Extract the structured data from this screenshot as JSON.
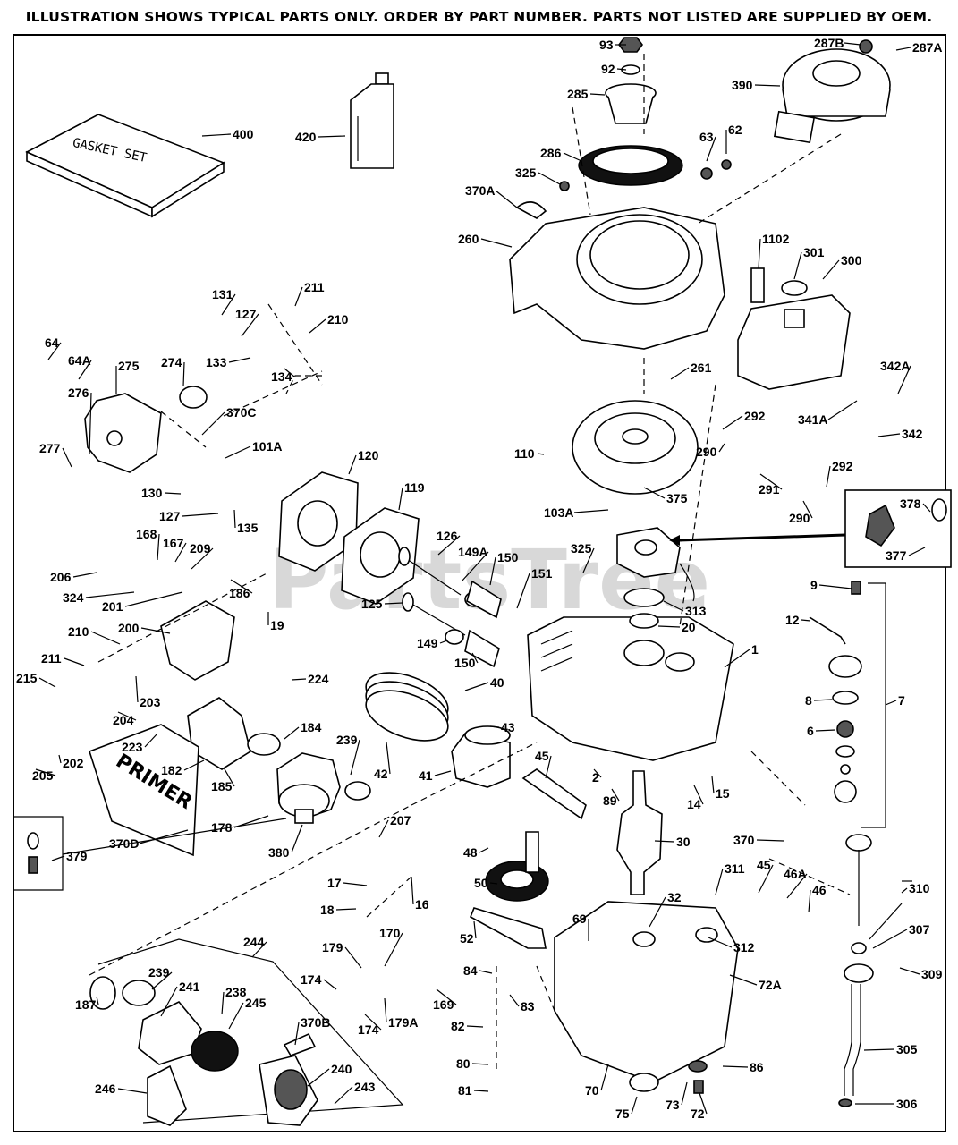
{
  "header": {
    "note": "ILLUSTRATION SHOWS TYPICAL PARTS ONLY. ORDER BY PART NUMBER. PARTS NOT LISTED ARE SUPPLIED BY OEM."
  },
  "watermark": "PartsTree",
  "box_texts": {
    "gasket_set": "GASKET SET",
    "primer": "PRIMER"
  },
  "callouts": [
    {
      "id": "93",
      "text": "93"
    },
    {
      "id": "92",
      "text": "92"
    },
    {
      "id": "285",
      "text": "285"
    },
    {
      "id": "286",
      "text": "286"
    },
    {
      "id": "287B",
      "text": "287B"
    },
    {
      "id": "287A",
      "text": "287A"
    },
    {
      "id": "390",
      "text": "390"
    },
    {
      "id": "400",
      "text": "400"
    },
    {
      "id": "420",
      "text": "420"
    },
    {
      "id": "63",
      "text": "63"
    },
    {
      "id": "62",
      "text": "62"
    },
    {
      "id": "325a",
      "text": "325"
    },
    {
      "id": "370A",
      "text": "370A"
    },
    {
      "id": "260",
      "text": "260"
    },
    {
      "id": "1102",
      "text": "1102"
    },
    {
      "id": "301",
      "text": "301"
    },
    {
      "id": "300",
      "text": "300"
    },
    {
      "id": "131",
      "text": "131"
    },
    {
      "id": "211a",
      "text": "211"
    },
    {
      "id": "127a",
      "text": "127"
    },
    {
      "id": "210a",
      "text": "210"
    },
    {
      "id": "64",
      "text": "64"
    },
    {
      "id": "64A",
      "text": "64A"
    },
    {
      "id": "275",
      "text": "275"
    },
    {
      "id": "274",
      "text": "274"
    },
    {
      "id": "133",
      "text": "133"
    },
    {
      "id": "134",
      "text": "134"
    },
    {
      "id": "261",
      "text": "261"
    },
    {
      "id": "342A",
      "text": "342A"
    },
    {
      "id": "276",
      "text": "276"
    },
    {
      "id": "370C",
      "text": "370C"
    },
    {
      "id": "292a",
      "text": "292"
    },
    {
      "id": "341A",
      "text": "341A"
    },
    {
      "id": "342",
      "text": "342"
    },
    {
      "id": "101A",
      "text": "101A"
    },
    {
      "id": "277",
      "text": "277"
    },
    {
      "id": "120",
      "text": "120"
    },
    {
      "id": "110",
      "text": "110"
    },
    {
      "id": "290a",
      "text": "290"
    },
    {
      "id": "292b",
      "text": "292"
    },
    {
      "id": "119",
      "text": "119"
    },
    {
      "id": "130",
      "text": "130"
    },
    {
      "id": "291",
      "text": "291"
    },
    {
      "id": "375",
      "text": "375"
    },
    {
      "id": "103A",
      "text": "103A"
    },
    {
      "id": "290b",
      "text": "290"
    },
    {
      "id": "378",
      "text": "378"
    },
    {
      "id": "127b",
      "text": "127"
    },
    {
      "id": "135",
      "text": "135"
    },
    {
      "id": "168",
      "text": "168"
    },
    {
      "id": "167",
      "text": "167"
    },
    {
      "id": "209",
      "text": "209"
    },
    {
      "id": "126",
      "text": "126"
    },
    {
      "id": "149A",
      "text": "149A"
    },
    {
      "id": "150a",
      "text": "150"
    },
    {
      "id": "325b",
      "text": "325"
    },
    {
      "id": "377",
      "text": "377"
    },
    {
      "id": "206",
      "text": "206"
    },
    {
      "id": "151",
      "text": "151"
    },
    {
      "id": "9",
      "text": "9"
    },
    {
      "id": "186",
      "text": "186"
    },
    {
      "id": "324",
      "text": "324"
    },
    {
      "id": "201",
      "text": "201"
    },
    {
      "id": "125",
      "text": "125"
    },
    {
      "id": "313",
      "text": "313"
    },
    {
      "id": "12",
      "text": "12"
    },
    {
      "id": "19",
      "text": "19"
    },
    {
      "id": "20",
      "text": "20"
    },
    {
      "id": "200",
      "text": "200"
    },
    {
      "id": "1",
      "text": "1"
    },
    {
      "id": "210b",
      "text": "210"
    },
    {
      "id": "149",
      "text": "149"
    },
    {
      "id": "211b",
      "text": "211"
    },
    {
      "id": "150b",
      "text": "150"
    },
    {
      "id": "215",
      "text": "215"
    },
    {
      "id": "203",
      "text": "203"
    },
    {
      "id": "224",
      "text": "224"
    },
    {
      "id": "8",
      "text": "8"
    },
    {
      "id": "7",
      "text": "7"
    },
    {
      "id": "40",
      "text": "40"
    },
    {
      "id": "204",
      "text": "204"
    },
    {
      "id": "43",
      "text": "43"
    },
    {
      "id": "6",
      "text": "6"
    },
    {
      "id": "184",
      "text": "184"
    },
    {
      "id": "223",
      "text": "223"
    },
    {
      "id": "239a",
      "text": "239"
    },
    {
      "id": "45a",
      "text": "45"
    },
    {
      "id": "205",
      "text": "205"
    },
    {
      "id": "202",
      "text": "202"
    },
    {
      "id": "182",
      "text": "182"
    },
    {
      "id": "42",
      "text": "42"
    },
    {
      "id": "41",
      "text": "41"
    },
    {
      "id": "2",
      "text": "2"
    },
    {
      "id": "15",
      "text": "15"
    },
    {
      "id": "89",
      "text": "89"
    },
    {
      "id": "185",
      "text": "185"
    },
    {
      "id": "14",
      "text": "14"
    },
    {
      "id": "178",
      "text": "178"
    },
    {
      "id": "370D",
      "text": "370D"
    },
    {
      "id": "207",
      "text": "207"
    },
    {
      "id": "30",
      "text": "30"
    },
    {
      "id": "370",
      "text": "370"
    },
    {
      "id": "380",
      "text": "380"
    },
    {
      "id": "379",
      "text": "379"
    },
    {
      "id": "48",
      "text": "48"
    },
    {
      "id": "17",
      "text": "17"
    },
    {
      "id": "311",
      "text": "311"
    },
    {
      "id": "45b",
      "text": "45"
    },
    {
      "id": "46A",
      "text": "46A"
    },
    {
      "id": "310",
      "text": "310"
    },
    {
      "id": "16",
      "text": "16"
    },
    {
      "id": "50",
      "text": "50"
    },
    {
      "id": "46",
      "text": "46"
    },
    {
      "id": "18",
      "text": "18"
    },
    {
      "id": "32",
      "text": "32"
    },
    {
      "id": "69",
      "text": "69"
    },
    {
      "id": "52",
      "text": "52"
    },
    {
      "id": "312",
      "text": "312"
    },
    {
      "id": "244",
      "text": "244"
    },
    {
      "id": "307",
      "text": "307"
    },
    {
      "id": "179",
      "text": "179"
    },
    {
      "id": "170",
      "text": "170"
    },
    {
      "id": "84",
      "text": "84"
    },
    {
      "id": "239b",
      "text": "239"
    },
    {
      "id": "241",
      "text": "241"
    },
    {
      "id": "174a",
      "text": "174"
    },
    {
      "id": "72A",
      "text": "72A"
    },
    {
      "id": "309",
      "text": "309"
    },
    {
      "id": "238",
      "text": "238"
    },
    {
      "id": "187",
      "text": "187"
    },
    {
      "id": "169",
      "text": "169"
    },
    {
      "id": "83",
      "text": "83"
    },
    {
      "id": "174b",
      "text": "174"
    },
    {
      "id": "179A",
      "text": "179A"
    },
    {
      "id": "245",
      "text": "245"
    },
    {
      "id": "370B",
      "text": "370B"
    },
    {
      "id": "82",
      "text": "82"
    },
    {
      "id": "305",
      "text": "305"
    },
    {
      "id": "80",
      "text": "80"
    },
    {
      "id": "86",
      "text": "86"
    },
    {
      "id": "240",
      "text": "240"
    },
    {
      "id": "246",
      "text": "246"
    },
    {
      "id": "243",
      "text": "243"
    },
    {
      "id": "81",
      "text": "81"
    },
    {
      "id": "70",
      "text": "70"
    },
    {
      "id": "75",
      "text": "75"
    },
    {
      "id": "73",
      "text": "73"
    },
    {
      "id": "72",
      "text": "72"
    },
    {
      "id": "306",
      "text": "306"
    }
  ]
}
